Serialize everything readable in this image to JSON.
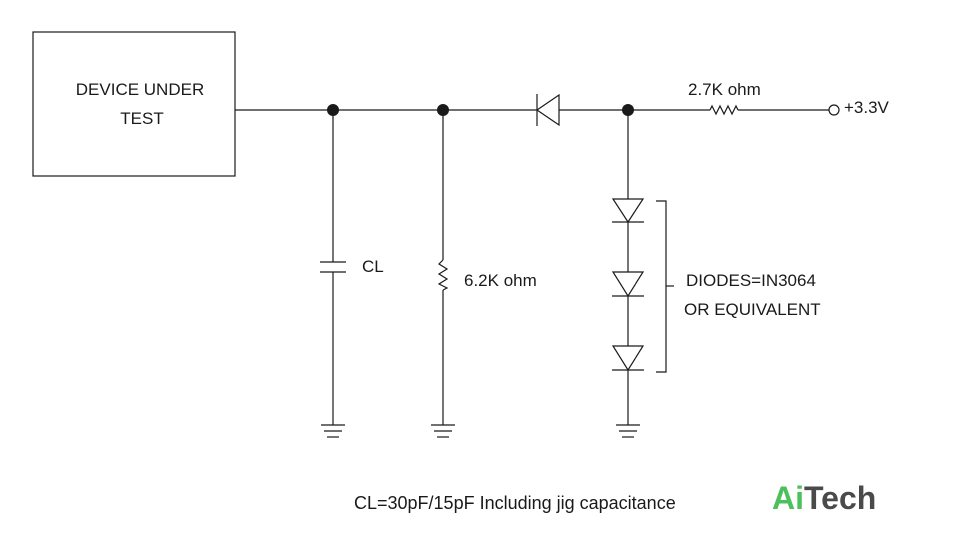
{
  "dut": {
    "line1": "DEVICE UNDER",
    "line2": "TEST"
  },
  "labels": {
    "capacitor": "CL",
    "pulldown_resistor": "6.2K ohm",
    "pullup_resistor": "2.7K ohm",
    "supply": "+3.3V",
    "diodes_line1": "DIODES=IN3064",
    "diodes_line2": "OR EQUIVALENT"
  },
  "caption": "CL=30pF/15pF Including jig capacitance",
  "logo": {
    "part1": "Ai",
    "part2": "Tech",
    "color1": "#4cc05a",
    "color2": "#4a4a4a"
  }
}
